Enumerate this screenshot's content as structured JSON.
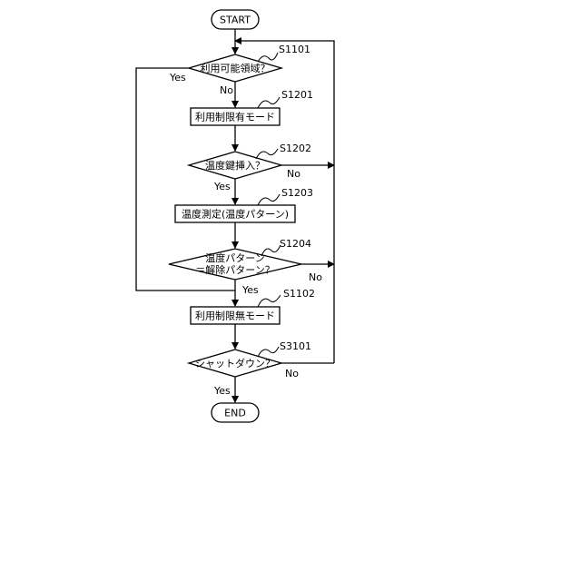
{
  "flowchart": {
    "start": "START",
    "end": "END",
    "s1101": {
      "ref": "S1101",
      "text": "利用可能領域？",
      "yes": "Yes",
      "no": "No"
    },
    "s1201": {
      "ref": "S1201",
      "text": "利用制限有モード"
    },
    "s1202": {
      "ref": "S1202",
      "text": "温度鍵挿入？",
      "yes": "Yes",
      "no": "No"
    },
    "s1203": {
      "ref": "S1203",
      "text": "温度測定(温度パターン)"
    },
    "s1204": {
      "ref": "S1204",
      "text_line1": "温度パターン",
      "text_line2": "＝解除パターン？",
      "yes": "Yes",
      "no": "No"
    },
    "s1102": {
      "ref": "S1102",
      "text": "利用制限無モード"
    },
    "s3101": {
      "ref": "S3101",
      "text": "シャットダウン？",
      "yes": "Yes",
      "no": "No"
    }
  }
}
